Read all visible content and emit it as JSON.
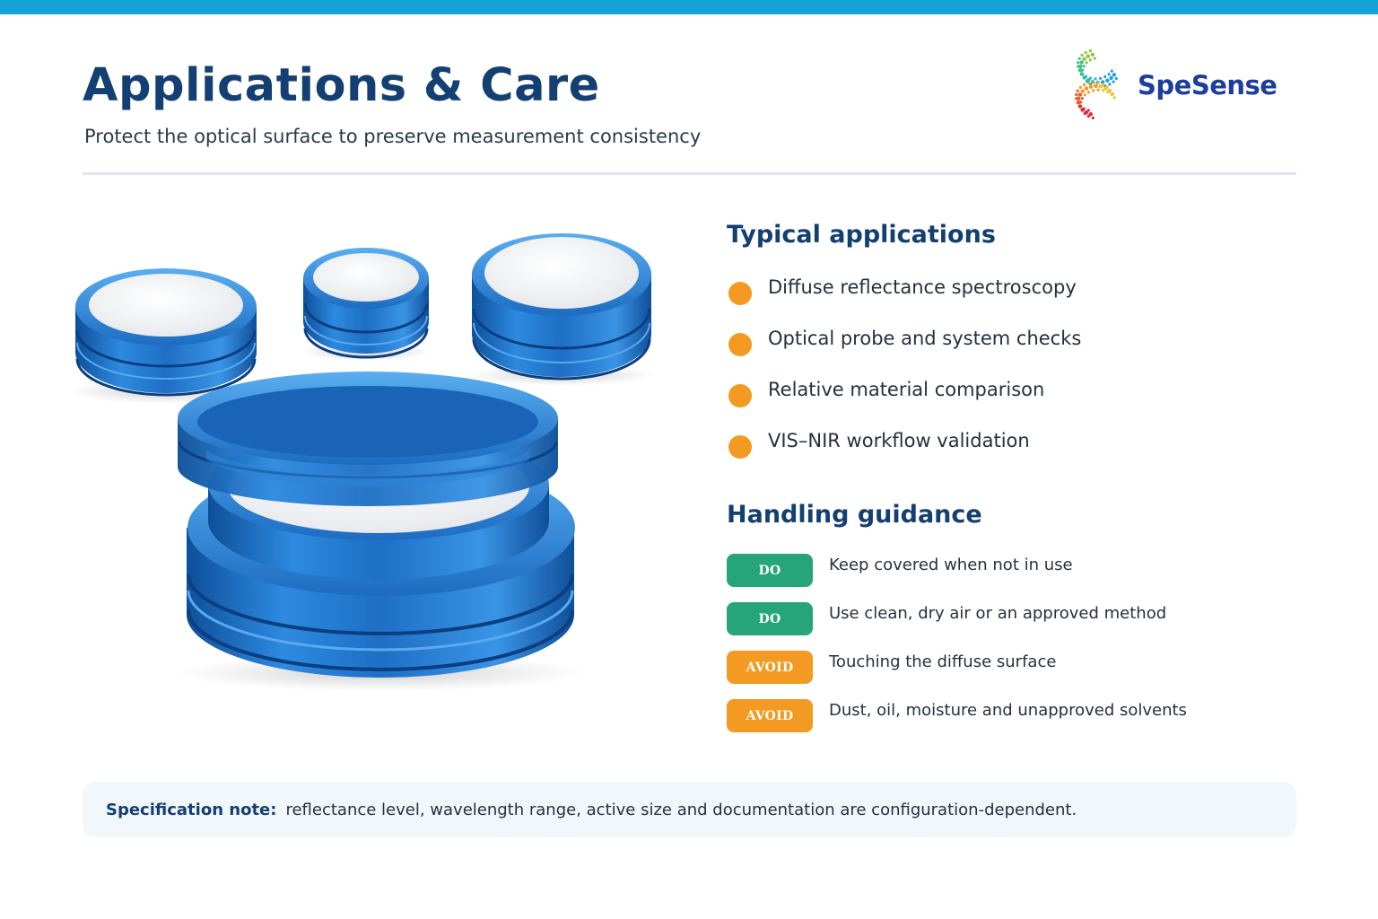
{
  "header": {
    "title": "Applications & Care",
    "subtitle": "Protect the optical surface to preserve measurement consistency"
  },
  "logo": {
    "name": "SpeSense"
  },
  "applications": {
    "heading": "Typical applications",
    "items": [
      "Diffuse reflectance spectroscopy",
      "Optical probe and system checks",
      "Relative material comparison",
      "VIS–NIR workflow validation"
    ]
  },
  "handling": {
    "heading": "Handling guidance",
    "items": [
      {
        "badge": "DO",
        "text": "Keep covered when not in use"
      },
      {
        "badge": "DO",
        "text": "Use clean, dry air or an approved method"
      },
      {
        "badge": "AVOID",
        "text": "Touching the diffuse surface"
      },
      {
        "badge": "AVOID",
        "text": "Dust, oil, moisture and unapproved solvents"
      }
    ]
  },
  "note": {
    "label": "Specification note:",
    "text": "reflectance level, wavelength range, active size and documentation are configuration-dependent."
  },
  "colors": {
    "accent_bar": "#14a3d8",
    "title": "#143f73",
    "do_badge": "#26a57a",
    "avoid_badge": "#f39a22",
    "bullet": "#f39a22",
    "product_blue": "#1f72c8"
  }
}
